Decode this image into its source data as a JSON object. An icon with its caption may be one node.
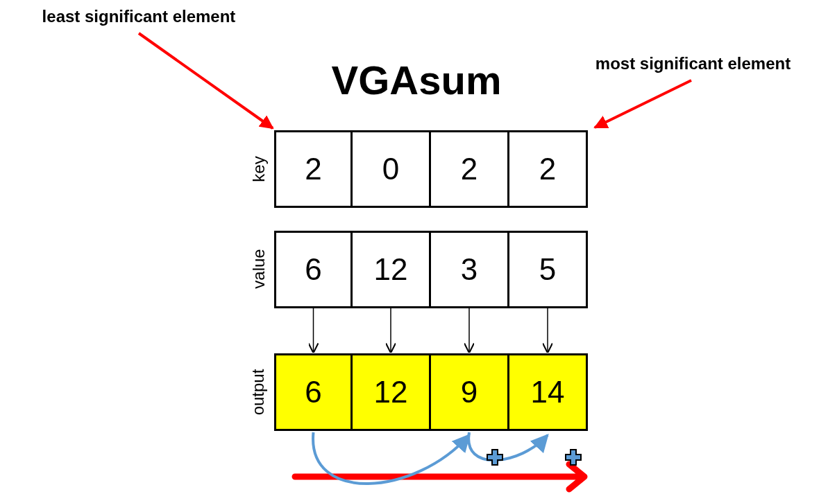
{
  "diagram": {
    "title": "VGAsum",
    "nodes": [
      {
        "text": [
          "least significant element"
        ]
      },
      {
        "text": [
          "most significant element"
        ]
      },
      {
        "text": [
          "2"
        ]
      },
      {
        "text": [
          "0"
        ]
      },
      {
        "text": [
          "2"
        ]
      },
      {
        "text": [
          "2"
        ]
      },
      {
        "text": [
          "6"
        ]
      },
      {
        "text": [
          "12"
        ]
      },
      {
        "text": [
          "3"
        ]
      },
      {
        "text": [
          "5"
        ]
      },
      {
        "text": [
          "6"
        ]
      },
      {
        "text": [
          "12"
        ]
      },
      {
        "text": [
          "9"
        ]
      },
      {
        "text": [
          "14"
        ]
      }
    ],
    "edges": [
      {
        "from": 0,
        "to": 2,
        "arrow": "to",
        "style": "thick",
        "color": "#ff0000"
      },
      {
        "from": 1,
        "to": 5,
        "arrow": "to",
        "style": "thick",
        "color": "#ff0000"
      },
      {
        "from": 6,
        "to": 10,
        "arrow": "to"
      },
      {
        "from": 7,
        "to": 11,
        "arrow": "to"
      },
      {
        "from": 8,
        "to": 12,
        "arrow": "to"
      },
      {
        "from": 9,
        "to": 13,
        "arrow": "to"
      },
      {
        "from": 10,
        "to": 12,
        "arrow": "to",
        "style": "thick",
        "color": "#5b9bd5"
      },
      {
        "from": 12,
        "to": 13,
        "arrow": "to",
        "style": "thick",
        "color": "#5b9bd5"
      }
    ],
    "labels": [
      "key",
      "value",
      "output"
    ]
  }
}
